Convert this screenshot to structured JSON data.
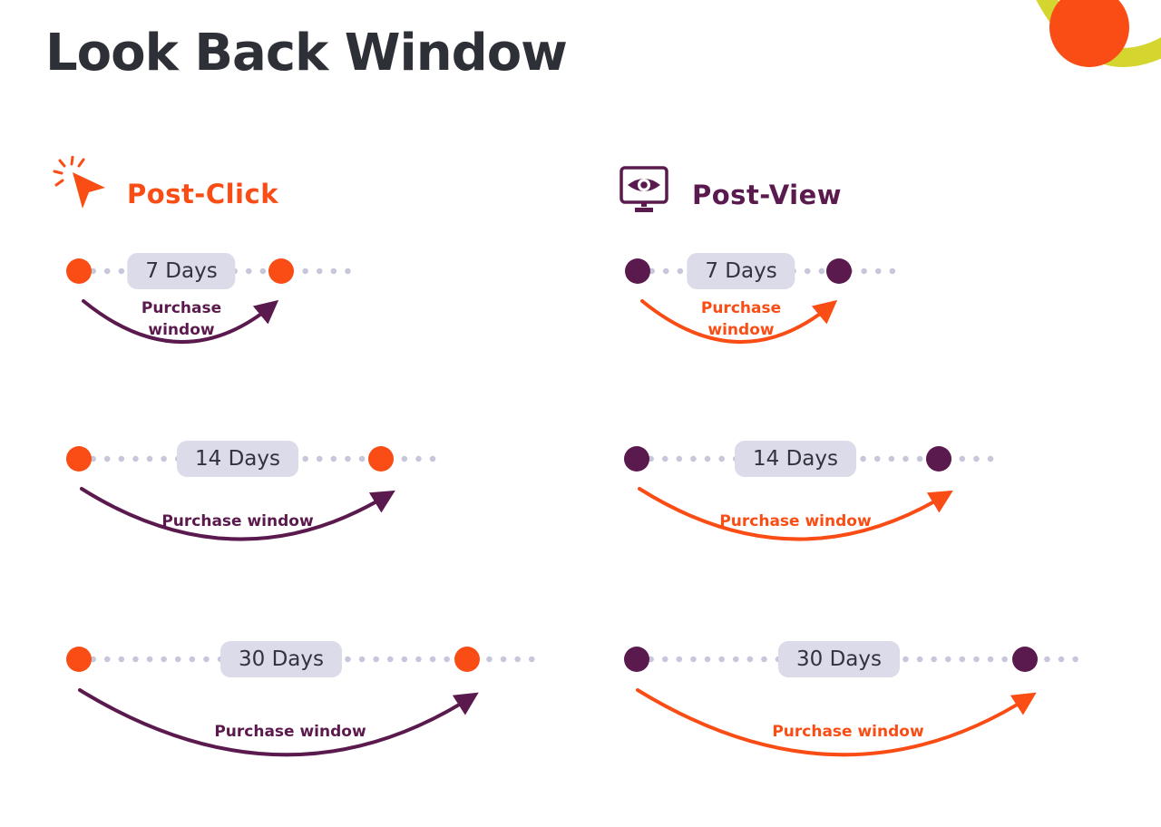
{
  "page": {
    "title": "Look Back Window"
  },
  "colors": {
    "background": "#FFFFFF",
    "title": "#2E3037",
    "orange": "#F94D15",
    "purple": "#5B1A4E",
    "yellow": "#D5D52F",
    "badge_bg": "#DBDBE9",
    "badge_text": "#33333E",
    "timeline_dots": "#C7C7DB"
  },
  "columns": [
    {
      "id": "post_click",
      "label": "Post-Click",
      "icon": "click-cursor-icon",
      "dot_color": "orange",
      "arrow_color": "purple",
      "rows": [
        {
          "duration": "7 Days",
          "annotation": "Purchase window"
        },
        {
          "duration": "14 Days",
          "annotation": "Purchase window"
        },
        {
          "duration": "30 Days",
          "annotation": "Purchase window"
        }
      ]
    },
    {
      "id": "post_view",
      "label": "Post-View",
      "icon": "monitor-eye-icon",
      "dot_color": "purple",
      "arrow_color": "orange",
      "rows": [
        {
          "duration": "7 Days",
          "annotation": "Purchase window"
        },
        {
          "duration": "14 Days",
          "annotation": "Purchase window"
        },
        {
          "duration": "30 Days",
          "annotation": "Purchase window"
        }
      ]
    }
  ]
}
